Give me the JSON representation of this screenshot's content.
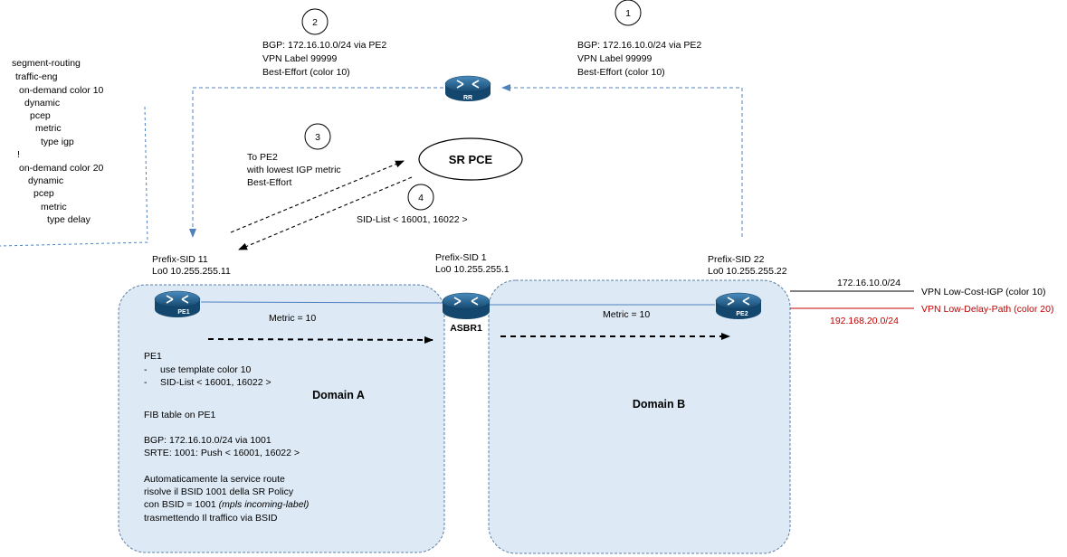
{
  "config_snippet": [
    "segment-routing",
    "traffic-eng",
    "on-demand color 10",
    "dynamic",
    "pcep",
    "metric",
    "type igp",
    "!",
    "on-demand color 20",
    "dynamic",
    "pcep",
    "metric",
    "type delay"
  ],
  "steps": {
    "s1": "1",
    "s2": "2",
    "s3": "3",
    "s4": "4"
  },
  "bgp_update_rr_to_pe1": [
    "BGP: 172.16.10.0/24 via PE2",
    "VPN Label 99999",
    "Best-Effort (color 10)"
  ],
  "bgp_update_pe2_to_rr": [
    "BGP: 172.16.10.0/24 via PE2",
    "VPN Label 99999",
    "Best-Effort (color 10)"
  ],
  "pce_request": [
    "To PE2",
    "with lowest IGP metric",
    "Best-Effort"
  ],
  "pce_reply": "SID-List < 16001, 16022 >",
  "pce_label": "SR PCE",
  "nodes": {
    "rr": "RR",
    "pe1": "PE1",
    "asbr1": "ASBR1",
    "pe2": "PE2"
  },
  "node_info": {
    "pe1": [
      "Prefix-SID 11",
      "Lo0 10.255.255.11"
    ],
    "asbr1": [
      "Prefix-SID 1",
      "Lo0 10.255.255.1"
    ],
    "pe2": [
      "Prefix-SID 22",
      "Lo0 10.255.255.22"
    ]
  },
  "links": {
    "pe1_asbr1": "Metric = 10",
    "asbr1_pe2": "Metric = 10"
  },
  "domains": {
    "a": "Domain A",
    "b": "Domain B"
  },
  "prefixes": {
    "p1": "172.16.10.0/24",
    "p2": "192.168.20.0/24"
  },
  "vpns": {
    "v1": "VPN Low-Cost-IGP (color 10)",
    "v2": "VPN Low-Delay-Path (color 20)"
  },
  "pe1_notes": {
    "title": "PE1",
    "bullets": [
      "use template color 10",
      "SID-List < 16001, 16022 >"
    ],
    "fib_title": "FIB table on PE1",
    "fib": [
      "BGP: 172.16.10.0/24 via 1001",
      "SRTE: 1001: Push < 16001, 16022 >"
    ],
    "auto": [
      "Automaticamente la service route",
      "risolve il BSID 1001 della SR Policy",
      "con BSID = 1001 ",
      "(mpls incoming-label)",
      " trasmettendo Il traffico via BSID"
    ]
  },
  "colors": {
    "domain_fill": "#dde9f5",
    "domain_stroke": "#5b7fa6",
    "router_fill": "#1f5f8b",
    "link": "#4f81bd",
    "red": "#c00000"
  }
}
